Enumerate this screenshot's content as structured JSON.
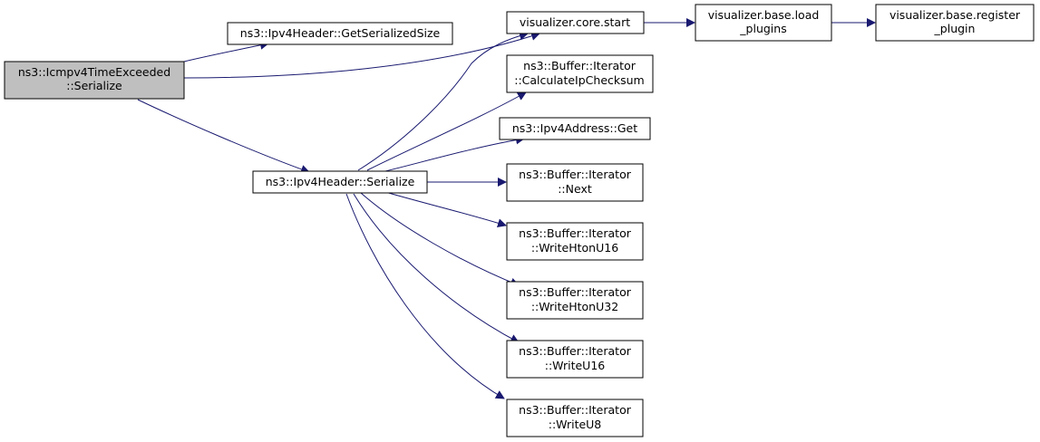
{
  "colors": {
    "edge": "#191970",
    "node_border": "#000000",
    "node_fill": "#ffffff",
    "root_fill": "#bfbfbf"
  },
  "nodes": {
    "root": [
      "ns3::Icmpv4TimeExceeded",
      "::Serialize"
    ],
    "get_serialized_size": [
      "ns3::Ipv4Header::GetSerializedSize"
    ],
    "header_serialize": [
      "ns3::Ipv4Header::Serialize"
    ],
    "core_start": [
      "visualizer.core.start"
    ],
    "load_plugins": [
      "visualizer.base.load",
      "_plugins"
    ],
    "register_plugin": [
      "visualizer.base.register",
      "_plugin"
    ],
    "calc_ip_checksum": [
      "ns3::Buffer::Iterator",
      "::CalculateIpChecksum"
    ],
    "ipv4_address_get": [
      "ns3::Ipv4Address::Get"
    ],
    "iterator_next": [
      "ns3::Buffer::Iterator",
      "::Next"
    ],
    "write_hton_u16": [
      "ns3::Buffer::Iterator",
      "::WriteHtonU16"
    ],
    "write_hton_u32": [
      "ns3::Buffer::Iterator",
      "::WriteHtonU32"
    ],
    "write_u16": [
      "ns3::Buffer::Iterator",
      "::WriteU16"
    ],
    "write_u8": [
      "ns3::Buffer::Iterator",
      "::WriteU8"
    ]
  }
}
